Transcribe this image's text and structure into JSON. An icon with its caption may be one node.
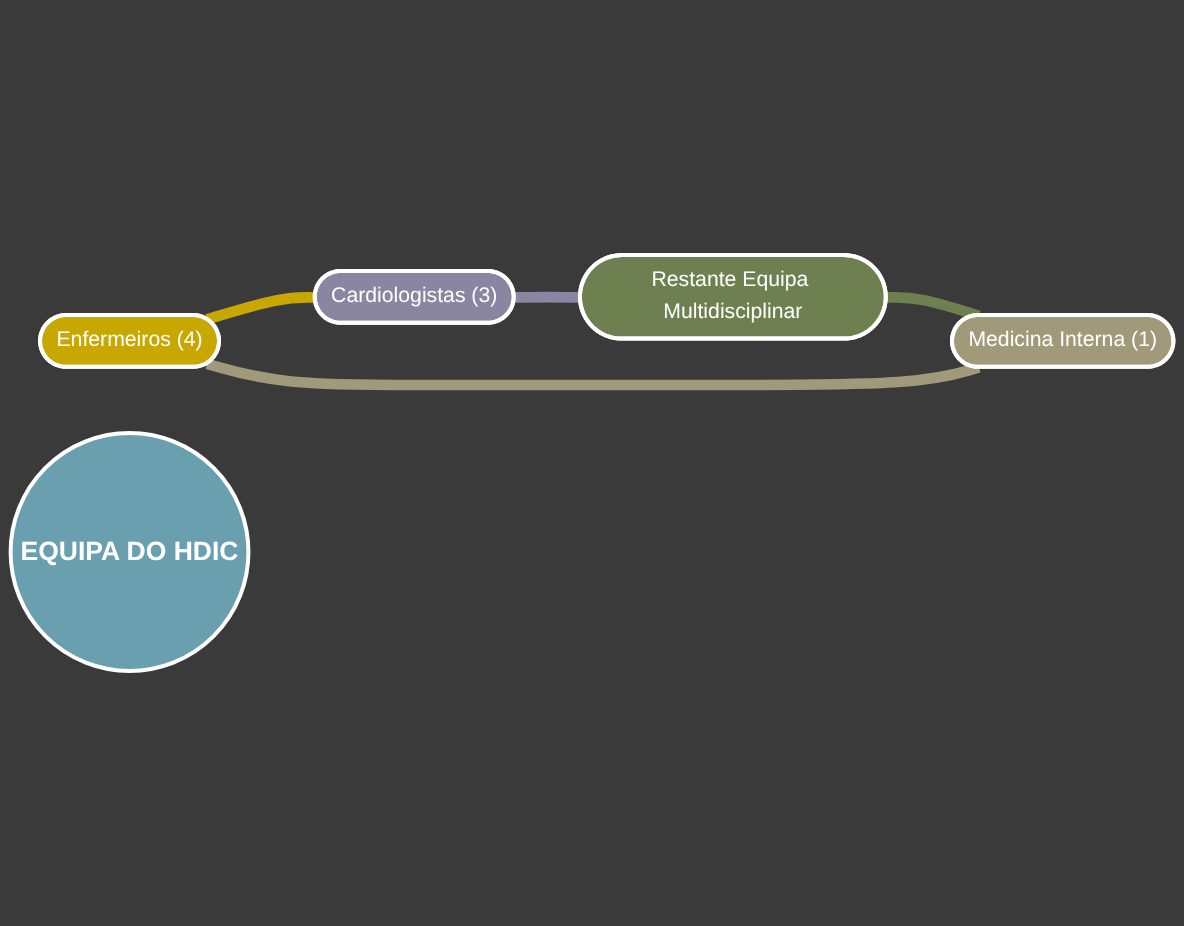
{
  "diagram": {
    "nodes": [
      {
        "text": [
          "Enfermeiros (4)"
        ]
      },
      {
        "text": [
          "Medicina Interna (1)"
        ]
      },
      {
        "text": [
          "EQUIPA DO HDIC"
        ]
      },
      {
        "text": [
          "Cardiologistas (3)"
        ]
      },
      {
        "text": [
          "Restante Equipa Multidisciplinar"
        ]
      }
    ],
    "edges": [
      {
        "from": 0,
        "to": 3,
        "arrow": "none",
        "color": "#c8a800"
      },
      {
        "from": 3,
        "to": 4,
        "arrow": "none",
        "color": "#8a85a0"
      },
      {
        "from": 4,
        "to": 1,
        "arrow": "none",
        "color": "#6f8050"
      },
      {
        "from": 1,
        "to": 0,
        "arrow": "none",
        "color": "#a09a7a"
      }
    ]
  }
}
